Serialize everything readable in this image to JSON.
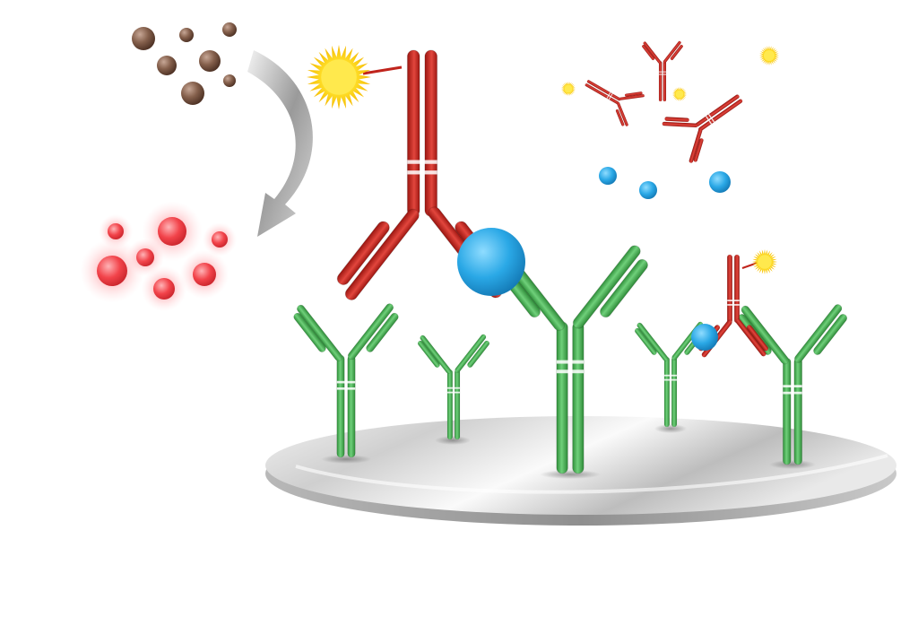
{
  "illustration": {
    "subject": "sandwich-elisa-assay",
    "colors": {
      "capture_antibody": "#3fae4a",
      "detection_antibody": "#c0241c",
      "antigen": "#26a6e2",
      "label": "#ffd21f",
      "substrate": "#7a5847",
      "signal_product": "#f2434a",
      "plate": "#d5d5d5"
    },
    "elements": {
      "substrate_particles": 7,
      "signal_particles": 7,
      "free_antigens": 3,
      "free_detection_antibodies": 3,
      "capture_antibodies": 5,
      "bound_complexes": 2
    }
  }
}
